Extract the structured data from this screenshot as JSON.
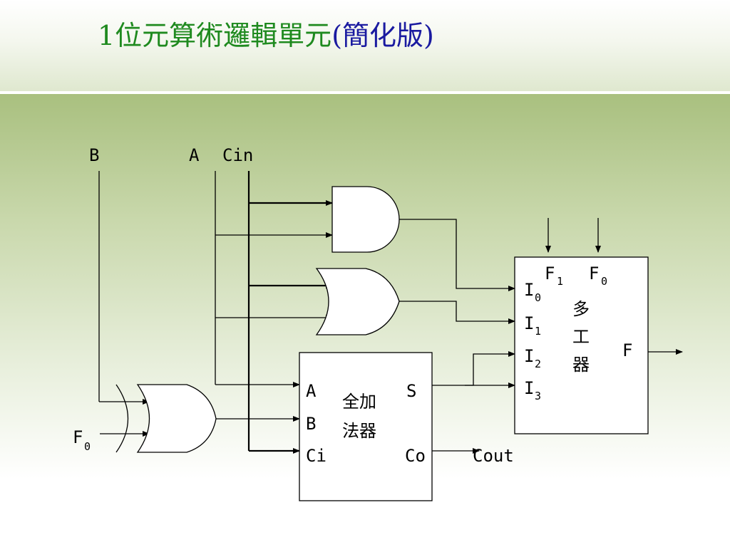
{
  "title": {
    "main": "1位元算術邏輯單元",
    "paren": "(簡化版)"
  },
  "inputs": {
    "b": "B",
    "a": "A",
    "cin": "Cin",
    "f0": "F",
    "f0_sub": "0"
  },
  "full_adder": {
    "in_a": "A",
    "in_b": "B",
    "in_ci": "Ci",
    "out_s": "S",
    "out_co": "Co",
    "name_line1": "全加",
    "name_line2": "法器"
  },
  "mux": {
    "select_f1": "F",
    "select_f1_sub": "1",
    "select_f0": "F",
    "select_f0_sub": "0",
    "in_i": "I",
    "i0_sub": "0",
    "i1_sub": "1",
    "i2_sub": "2",
    "i3_sub": "3",
    "name_1": "多",
    "name_2": "工",
    "name_3": "器",
    "out_f": "F"
  },
  "outputs": {
    "cout": "Cout"
  }
}
